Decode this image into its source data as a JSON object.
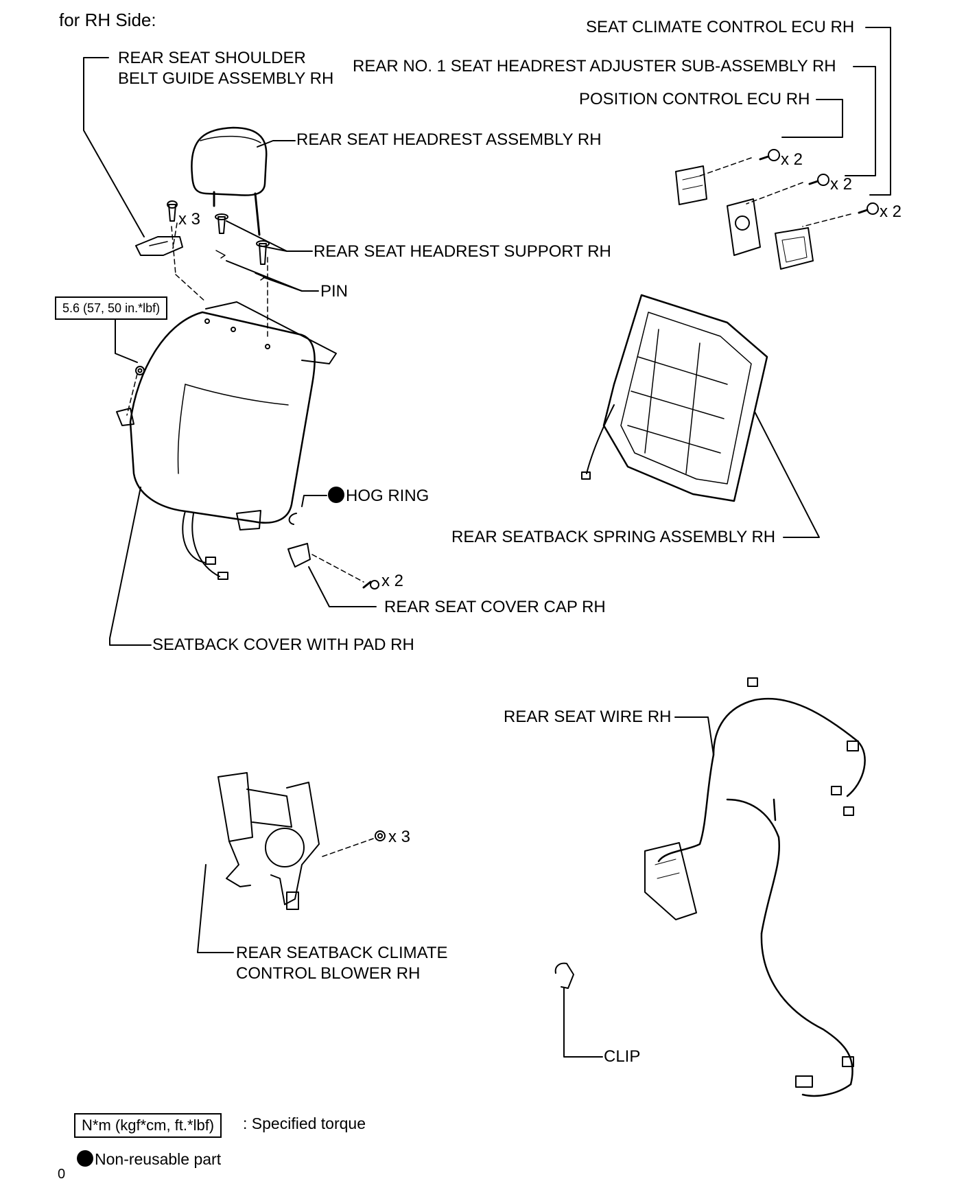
{
  "heading": "for RH Side:",
  "parts": {
    "seat_climate_control_ecu": "SEAT CLIMATE CONTROL ECU RH",
    "headrest_adjuster": "REAR NO. 1 SEAT HEADREST ADJUSTER SUB-ASSEMBLY RH",
    "position_control_ecu": "POSITION CONTROL ECU RH",
    "belt_guide_line1": "REAR SEAT SHOULDER",
    "belt_guide_line2": "BELT GUIDE ASSEMBLY RH",
    "headrest_assembly": "REAR SEAT HEADREST ASSEMBLY RH",
    "headrest_support": "REAR SEAT HEADREST SUPPORT RH",
    "pin": "PIN",
    "hog_ring": "HOG RING",
    "spring_assembly": "REAR SEATBACK SPRING ASSEMBLY RH",
    "cover_cap": "REAR SEAT COVER CAP RH",
    "seatback_cover": "SEATBACK COVER WITH PAD RH",
    "seat_wire": "REAR SEAT WIRE RH",
    "blower_line1": "REAR SEATBACK CLIMATE",
    "blower_line2": "CONTROL BLOWER RH",
    "clip": "CLIP"
  },
  "quantities": {
    "ecu_bolts": "x 2",
    "adjuster_bolts": "x 2",
    "climate_ecu_bolts": "x 2",
    "belt_guide_bolts": "x 3",
    "cover_cap_screws": "x 2",
    "blower_nuts": "x 3"
  },
  "torque_value": "5.6 (57, 50 in.*lbf)",
  "legend": {
    "torque_unit": "N*m (kgf*cm, ft.*lbf)",
    "torque_text": ": Specified torque",
    "non_reusable": "Non-reusable part"
  },
  "footer_mark": "0"
}
